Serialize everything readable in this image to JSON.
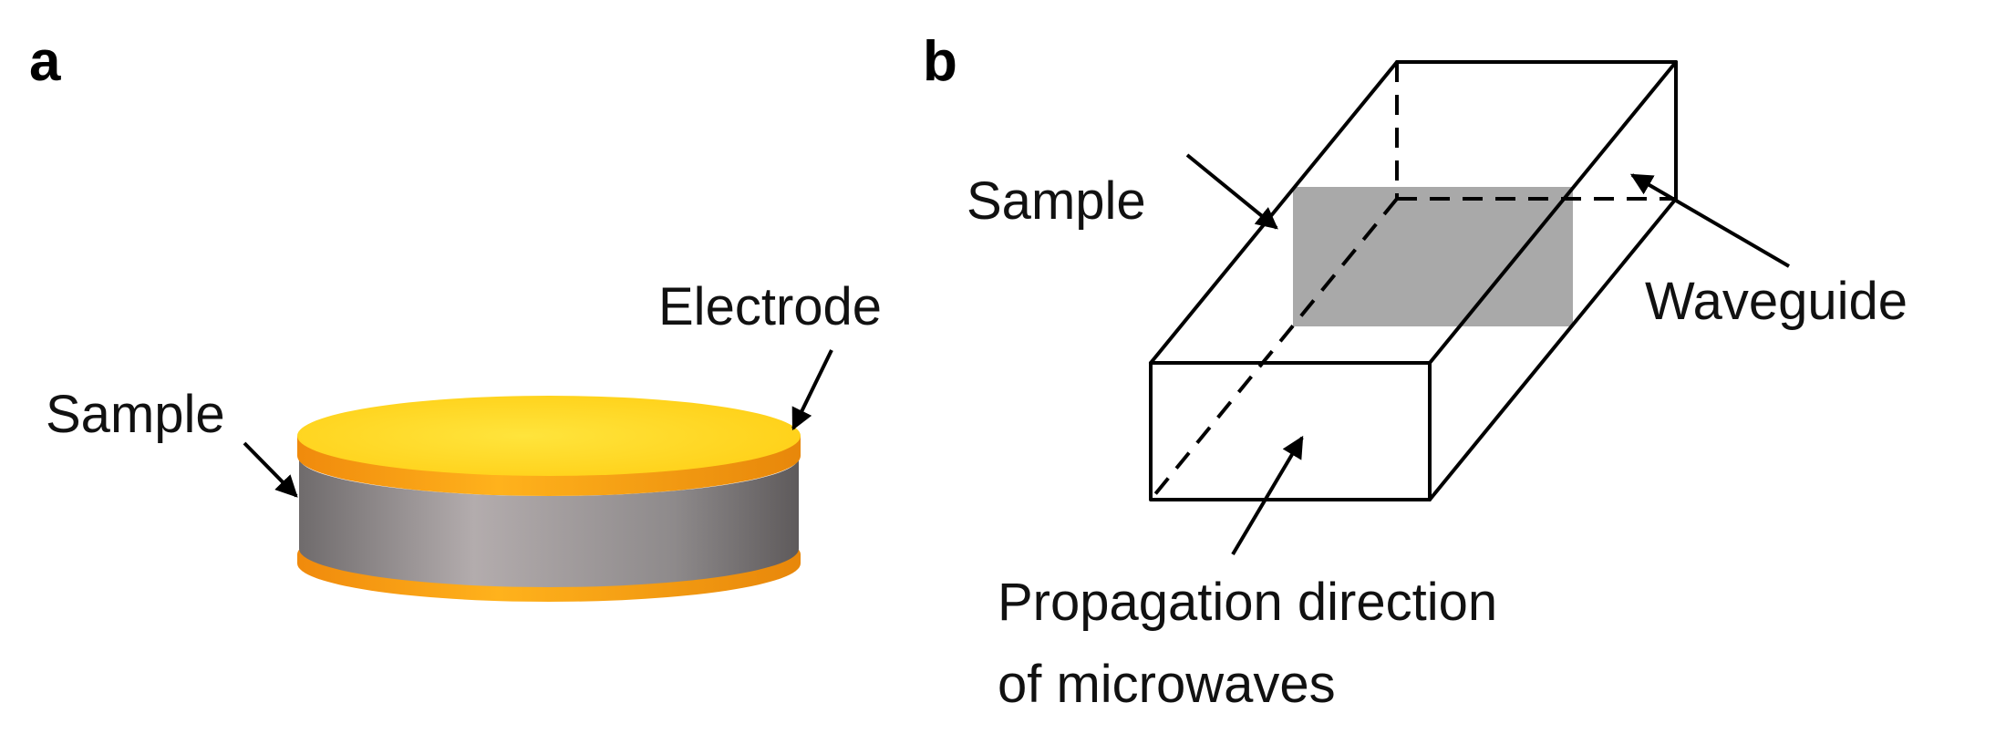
{
  "panel_a": {
    "label": "a",
    "callouts": {
      "electrode": "Electrode",
      "sample": "Sample"
    }
  },
  "panel_b": {
    "label": "b",
    "callouts": {
      "sample": "Sample",
      "waveguide": "Waveguide",
      "propagation_line1": "Propagation direction",
      "propagation_line2": "of microwaves"
    }
  },
  "colors": {
    "electrode": "#FFD21F",
    "electrode_edge": "#F59A10",
    "sample_body": "#8E8A8B",
    "sample_highlight": "#B3ACAD",
    "waveguide_sample": "#A9A9A9",
    "line": "#000000"
  }
}
